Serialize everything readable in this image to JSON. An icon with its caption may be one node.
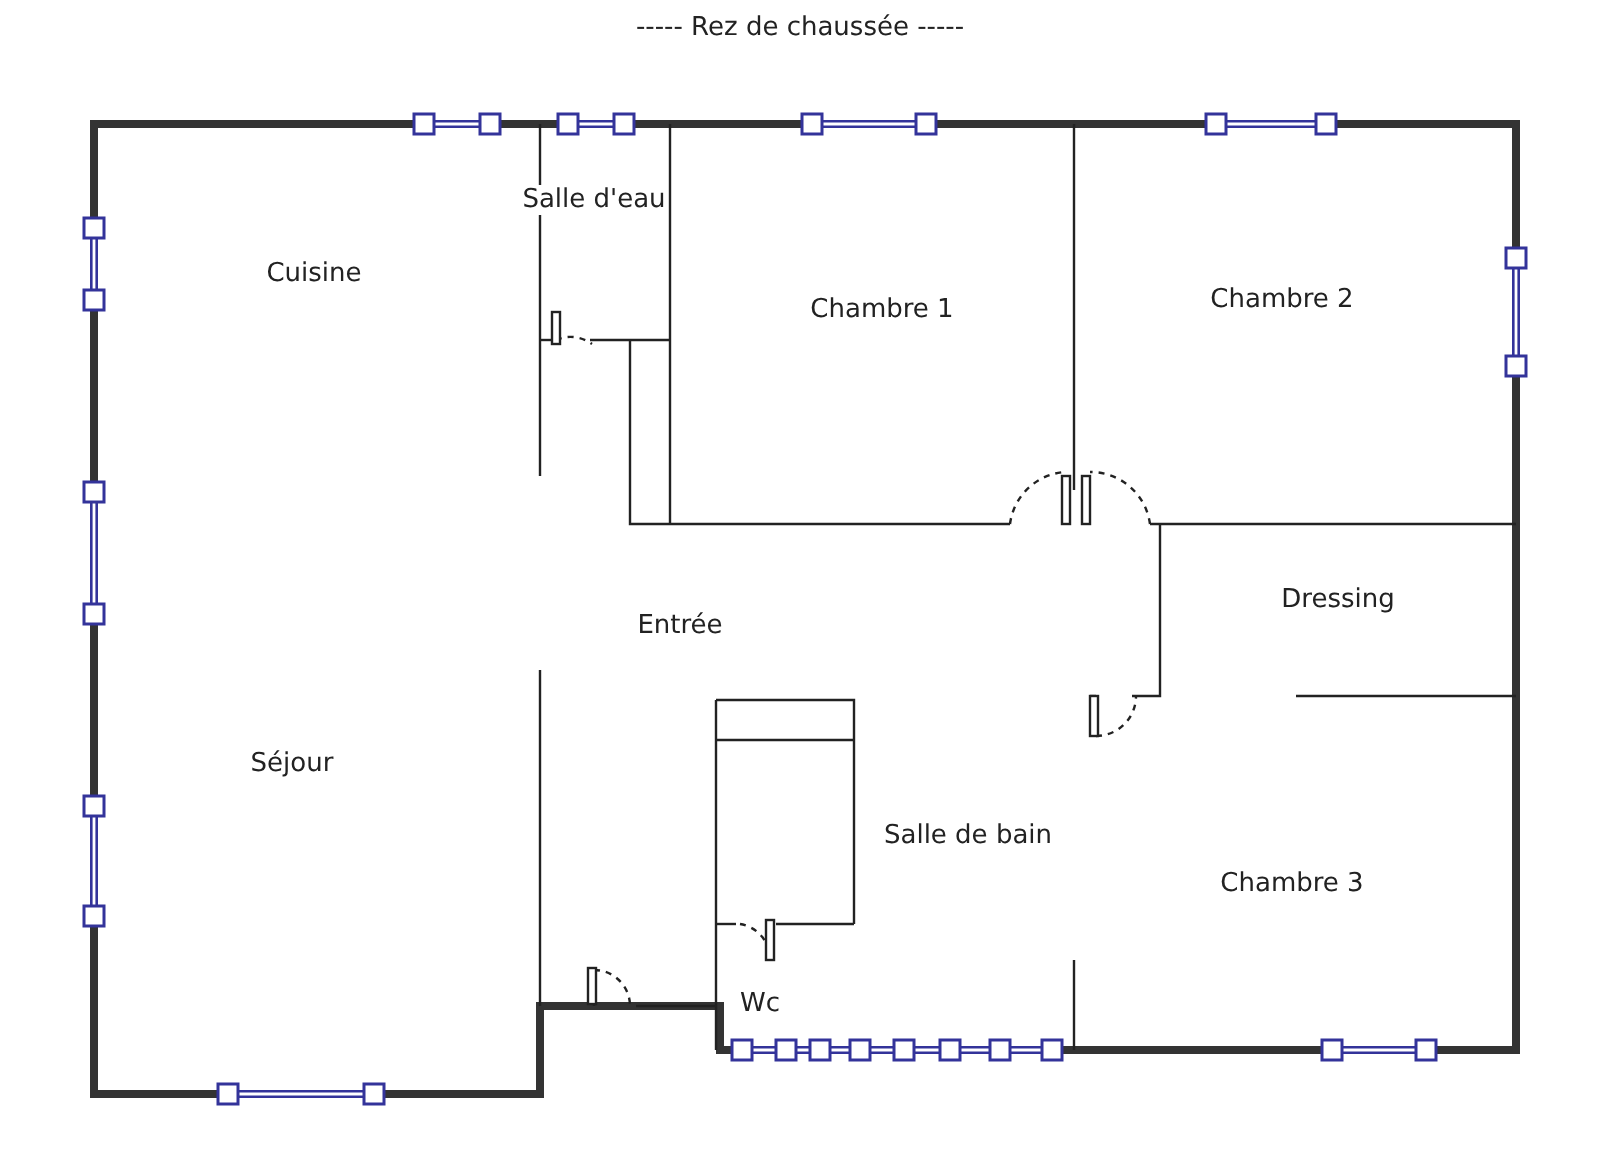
{
  "diagram": {
    "title": "----- Rez de chaussée -----",
    "labels": [
      "Salle d'eau",
      "Cuisine",
      "Chambre 2",
      "Chambre 1",
      "Dressing",
      "Entrée",
      "Séjour",
      "Salle de bain",
      "Chambre 3",
      "Wc"
    ]
  }
}
